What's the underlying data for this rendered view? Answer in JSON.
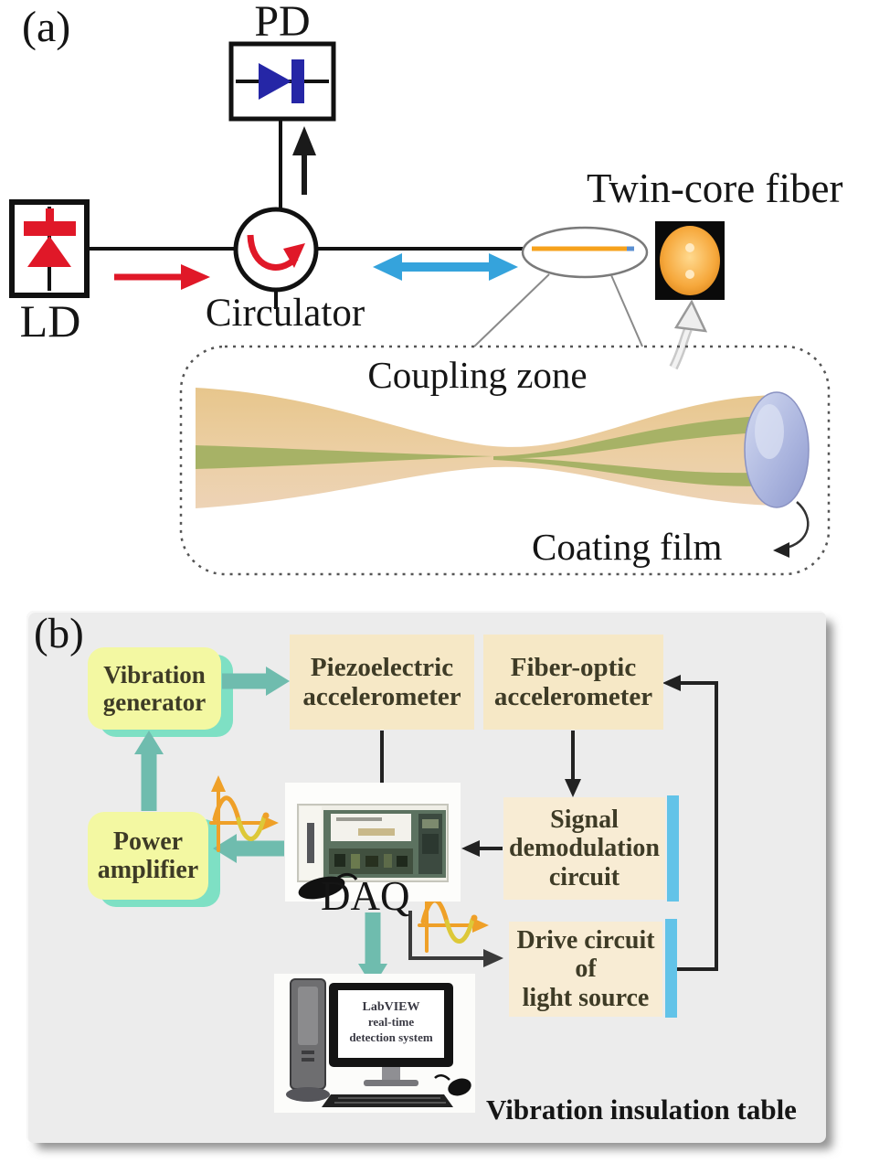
{
  "panel_a": {
    "tag": "(a)",
    "pd_label": "PD",
    "ld_label": "LD",
    "circulator_label": "Circulator",
    "twin_core_label": "Twin-core fiber",
    "coupling_zone_label": "Coupling zone",
    "coating_film_label": "Coating film"
  },
  "panel_b": {
    "tag": "(b)",
    "vibration_generator": {
      "l1": "Vibration",
      "l2": "generator"
    },
    "piezo_accelerometer": {
      "l1": "Piezoelectric",
      "l2": "accelerometer"
    },
    "fiber_accelerometer": {
      "l1": "Fiber-optic",
      "l2": "accelerometer"
    },
    "power_amplifier": {
      "l1": "Power",
      "l2": "amplifier"
    },
    "signal_demodulation": {
      "l1": "Signal",
      "l2": "demodulation",
      "l3": "circuit"
    },
    "drive_circuit": {
      "l1": "Drive circuit",
      "l2": "of",
      "l3": "light source"
    },
    "daq_label": "DAQ",
    "labview_screen": {
      "l1": "LabVIEW",
      "l2": "real-time",
      "l3": "detection system"
    },
    "table_caption": "Vibration insulation table"
  },
  "colors": {
    "accent_red": "#e01828",
    "pd_diode_blue": "#2526a6",
    "signal_arrow_blue": "#35a3dc",
    "fiber_orange": "#f6a21c",
    "box_yellow": "#f3f8a2",
    "box_tan": "#f6e8c6",
    "teal_arrow": "#6fbcae",
    "bar_blue": "#62c3e8",
    "panel_bg": "#ececec",
    "sine_orange": "#efa028",
    "fiber_cladding": "#e9c993",
    "fiber_core_green": "#a7b266",
    "coating_cap_blue": "#aab4de"
  }
}
